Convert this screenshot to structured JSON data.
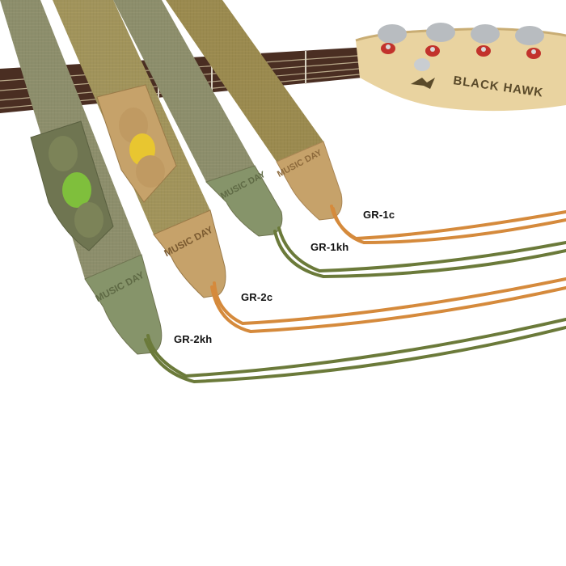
{
  "labels": {
    "gr1c": "GR-1c",
    "gr1kh": "GR-1kh",
    "gr2c": "GR-2c",
    "gr2kh": "GR-2kh"
  },
  "embossed_text": {
    "brand": "MUSIC DAY",
    "headstock": "BLACK HAWK"
  },
  "colors": {
    "olive_webbing": "#8e8f6c",
    "khaki_webbing": "#a3955a",
    "tan_webbing": "#9c8b4e",
    "olive_leather": "#6f7551",
    "tan_leather": "#c6a26a",
    "orange_cord": "#d58a3c",
    "olive_cord": "#6b7a3a",
    "fretboard": "#4a2e22",
    "headstock_wood": "#e9d3a0",
    "tuner_red": "#c2322c",
    "pick_green": "#7fbf3c",
    "pick_yellow": "#e8c630"
  }
}
